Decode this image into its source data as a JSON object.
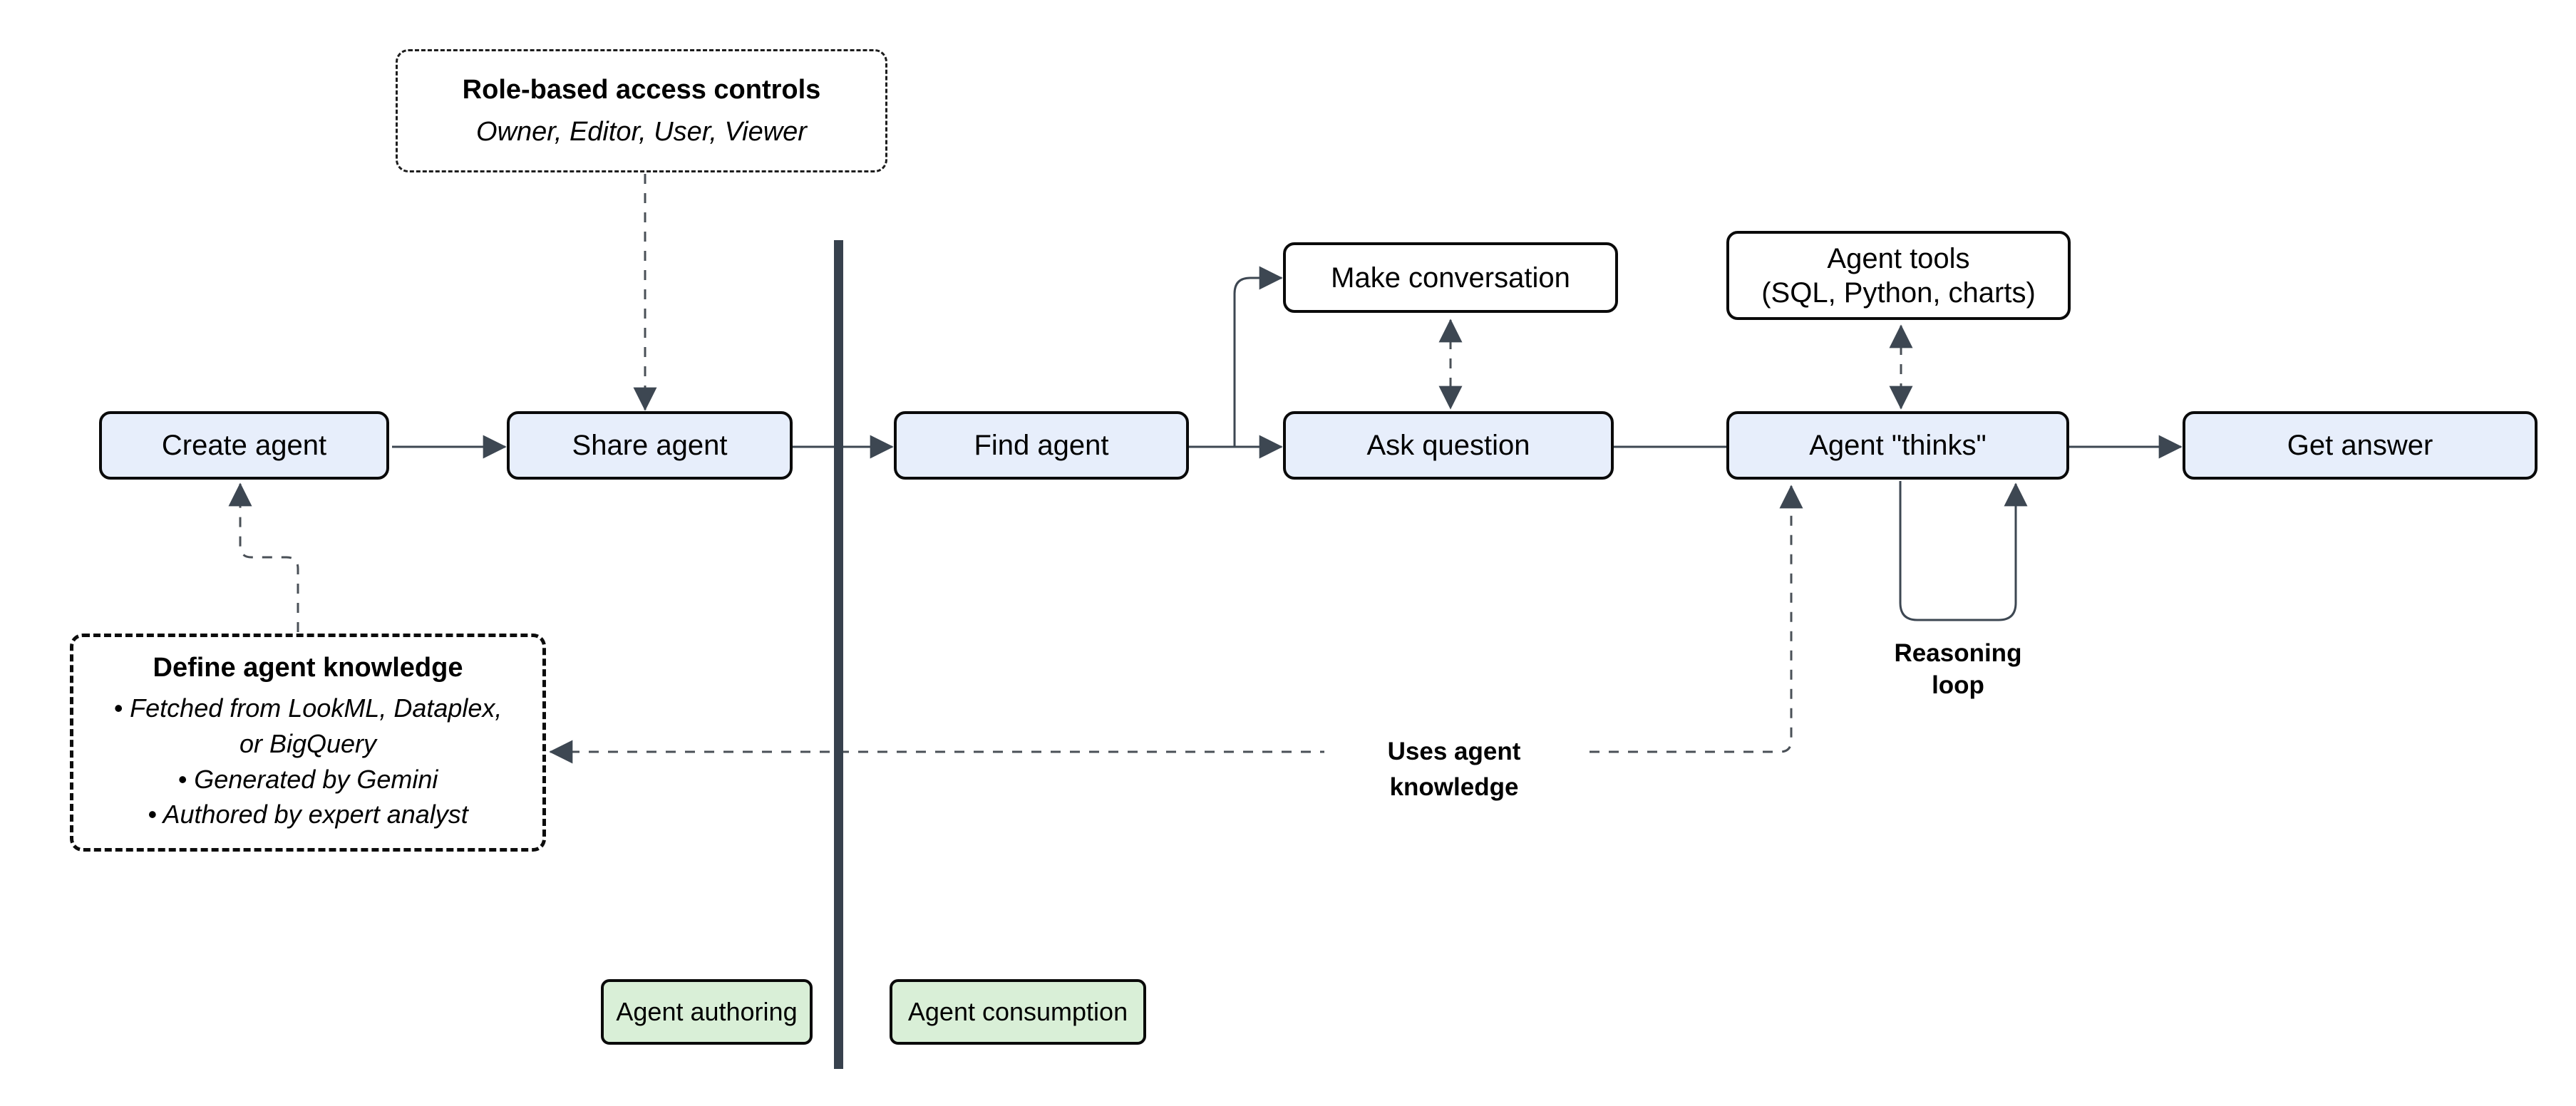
{
  "nodes": {
    "create_agent": {
      "label": "Create agent"
    },
    "share_agent": {
      "label": "Share agent"
    },
    "find_agent": {
      "label": "Find agent"
    },
    "make_conversation": {
      "label": "Make conversation"
    },
    "ask_question": {
      "label": "Ask question"
    },
    "agent_tools": {
      "line1": "Agent tools",
      "line2": "(SQL, Python, charts)"
    },
    "agent_thinks": {
      "label": "Agent \"thinks\""
    },
    "get_answer": {
      "label": "Get answer"
    }
  },
  "notes": {
    "rbac": {
      "title": "Role-based access controls",
      "subtitle": "Owner, Editor, User, Viewer"
    },
    "knowledge": {
      "title": "Define agent knowledge",
      "bullets": [
        "Fetched from LookML, Dataplex, or BigQuery",
        "Generated by Gemini",
        "Authored by expert analyst"
      ]
    }
  },
  "labels": {
    "reasoning_loop": {
      "line1": "Reasoning",
      "line2": "loop"
    },
    "uses_agent_knowledge": "Uses agent knowledge"
  },
  "zones": {
    "authoring": "Agent authoring",
    "consumption": "Agent consumption"
  },
  "colors": {
    "node_fill": "#e7eefb",
    "note_fill": "#ffffff",
    "zone_fill": "#d9efd7",
    "border": "#0a0a0a",
    "connector": "#3d4752",
    "connector_dashed": "#4a5057",
    "divider": "#37414d",
    "text": "#000000"
  }
}
